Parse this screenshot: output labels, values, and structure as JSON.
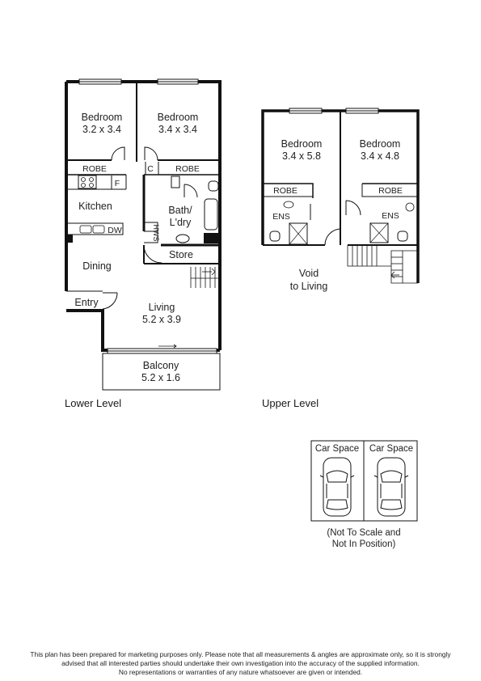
{
  "lower": {
    "bedroom1": {
      "name": "Bedroom",
      "size": "3.2 x 3.4"
    },
    "bedroom2": {
      "name": "Bedroom",
      "size": "3.4 x 3.4"
    },
    "robe1": "ROBE",
    "robe2": "ROBE",
    "c": "C",
    "f": "F",
    "kitchen": "Kitchen",
    "dw": "DW",
    "bath": {
      "line1": "Bath/",
      "line2": "L'dry"
    },
    "hws": "HWS",
    "store": "Store",
    "dining": "Dining",
    "entry": "Entry",
    "living": {
      "name": "Living",
      "size": "5.2 x 3.9"
    },
    "balcony": {
      "name": "Balcony",
      "size": "5.2 x 1.6"
    },
    "title": "Lower Level"
  },
  "upper": {
    "bedroom1": {
      "name": "Bedroom",
      "size": "3.4 x 5.8"
    },
    "bedroom2": {
      "name": "Bedroom",
      "size": "3.4 x 4.8"
    },
    "robe1": "ROBE",
    "robe2": "ROBE",
    "ens1": "ENS",
    "ens2": "ENS",
    "void": {
      "line1": "Void",
      "line2": "to Living"
    },
    "title": "Upper Level"
  },
  "car": {
    "space1": "Car Space",
    "space2": "Car Space",
    "note1": "(Not To Scale and",
    "note2": "Not In Position)"
  },
  "disclaimer": {
    "line1": "This plan has been prepared for marketing purposes only. Please note that all measurements & angles are approximate only, so it is strongly",
    "line2": "advised that all interested parties should undertake their own investigation into the accuracy of the supplied information.",
    "line3": "No representations or warranties of any nature whatsoever are given or intended."
  }
}
